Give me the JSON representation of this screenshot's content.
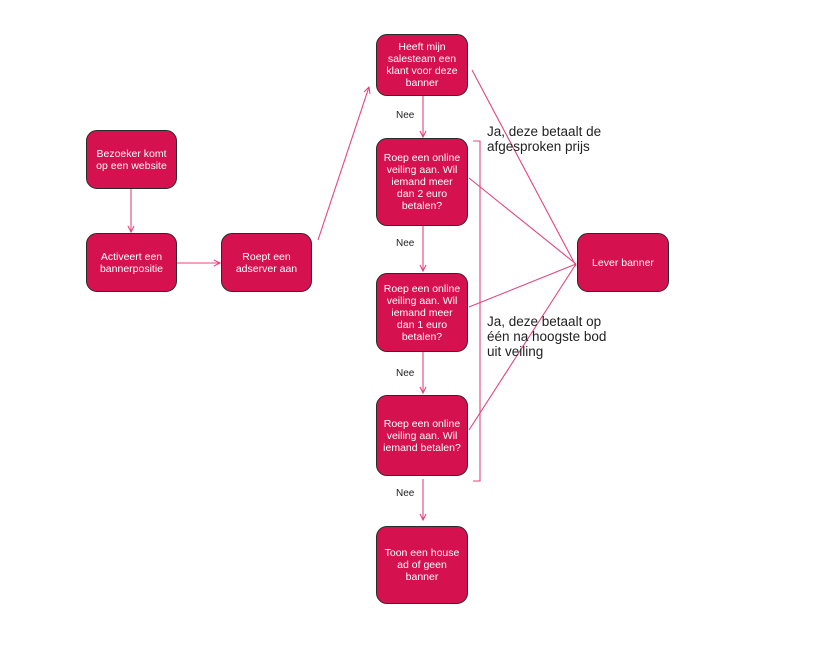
{
  "colors": {
    "box_fill": "#d6114f",
    "box_border": "#2a2a2a",
    "connector": "#e3457b",
    "text_on_box": "#ffffff"
  },
  "nodes": {
    "visitor": "Bezoeker komt op een website",
    "activate": "Activeert een bannerpositie",
    "adserver": "Roept een adserver aan",
    "salesteam": "Heeft mijn salesteam een klant voor deze banner",
    "auction2": "Roep een online veiling aan. Wil iemand meer dan 2 euro betalen?",
    "auction1": "Roep een online veiling aan. Wil iemand meer dan 1 euro betalen?",
    "auction0": "Roep een online veiling aan. Wil iemand betalen?",
    "house": "Toon een house ad of geen banner",
    "deliver": "Lever banner"
  },
  "edge_labels": {
    "no1": "Nee",
    "no2": "Nee",
    "no3": "Nee",
    "no4": "Nee"
  },
  "annotations": {
    "agreed": "Ja, deze betaalt de afgesproken prijs",
    "second": "Ja, deze betaalt op één na hoogste bod uit veiling"
  }
}
